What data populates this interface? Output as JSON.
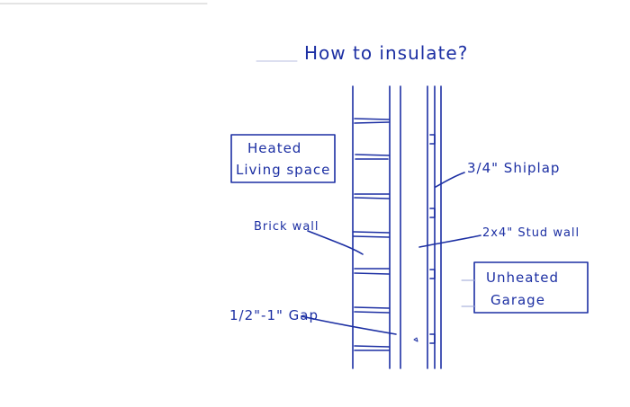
{
  "title": "How to insulate?",
  "labels": {
    "heated_line1": "Heated",
    "heated_line2": "Living space",
    "brick_wall": "Brick wall",
    "shiplap": "3/4\" Shiplap",
    "stud_wall": "2x4\" Stud wall",
    "unheated_line1": "Unheated",
    "unheated_line2": "Garage",
    "gap": "1/2\"-1\" Gap"
  },
  "colors": {
    "ink": "#1c2fa3",
    "paper": "#ffffff"
  }
}
